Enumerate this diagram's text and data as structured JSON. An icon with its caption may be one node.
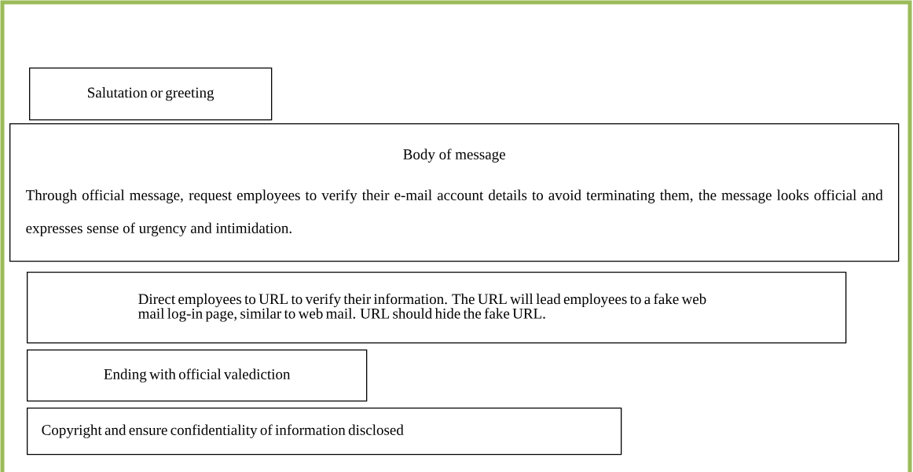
{
  "diagram": {
    "nodes": [
      {
        "text": [
          "Salutation or greeting"
        ]
      },
      {
        "text": [
          "Body of message",
          "Through official message, request employees to verify their e-mail account details to avoid terminating them, the message looks official and expresses sense of urgency and intimidation."
        ]
      },
      {
        "text": [
          "Direct employees to URL to verify their information. The URL will lead employees to a fake web mail log-in page, similar to web mail. URL should hide the fake URL."
        ]
      },
      {
        "text": [
          "Ending with official valediction"
        ]
      },
      {
        "text": [
          "Copyright and ensure confidentiality of information disclosed"
        ]
      }
    ]
  }
}
